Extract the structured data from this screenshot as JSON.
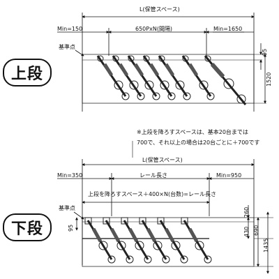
{
  "upper": {
    "badge": "上段",
    "total_length_label": "L(保管スペース)",
    "min_left_label": "Min=150",
    "pitch_label": "650PxN(間隔)",
    "min_right_label": "Min=1650",
    "datum_label": "基準点",
    "dim_95": "95",
    "dim_1520": "1520"
  },
  "lower": {
    "badge": "下段",
    "note_line1": "※上段を降ろすスペースは、基本20台までは",
    "note_line2": "700で、それ以上の場合は20台ごとに＋700です",
    "total_length_label": "L(保管スペース)",
    "min_left_label": "Min=350",
    "rail_length_label": "レール長さ",
    "min_right_label": "Min=950",
    "formula_label": "上段を降ろすスペース＋400×N(台数)=レール長さ",
    "datum_label": "基準点",
    "dim_95": "95",
    "dim_260": "260",
    "dim_430": "430",
    "dim_690": "690",
    "dim_1435": "1435"
  },
  "colors": {
    "line": "#111111",
    "bike": "#333333"
  }
}
